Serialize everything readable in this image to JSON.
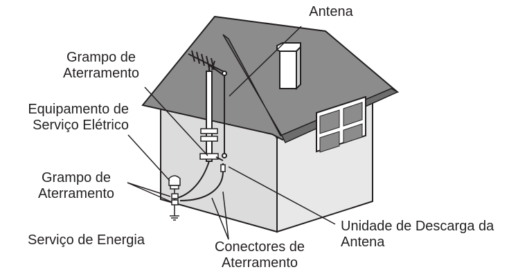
{
  "labels": {
    "antenna": "Antena",
    "ground_clamp_top_1": "Grampo de",
    "ground_clamp_top_2": "Aterramento",
    "electric_service_1": "Equipamento de",
    "electric_service_2": "Serviço Elétrico",
    "ground_clamp_bottom_1": "Grampo de",
    "ground_clamp_bottom_2": "Aterramento",
    "power_service": "Serviço de Energia",
    "grounding_connectors_1": "Conectores de",
    "grounding_connectors_2": "Aterramento",
    "discharge_unit_1": "Unidade de Descarga da",
    "discharge_unit_2": "Antena"
  },
  "colors": {
    "roof": "#8c8c8c",
    "wall_front": "#d9d9d9",
    "wall_side": "#e6e6e6",
    "roof_trim": "#6d6d6d",
    "line": "#231f20"
  }
}
